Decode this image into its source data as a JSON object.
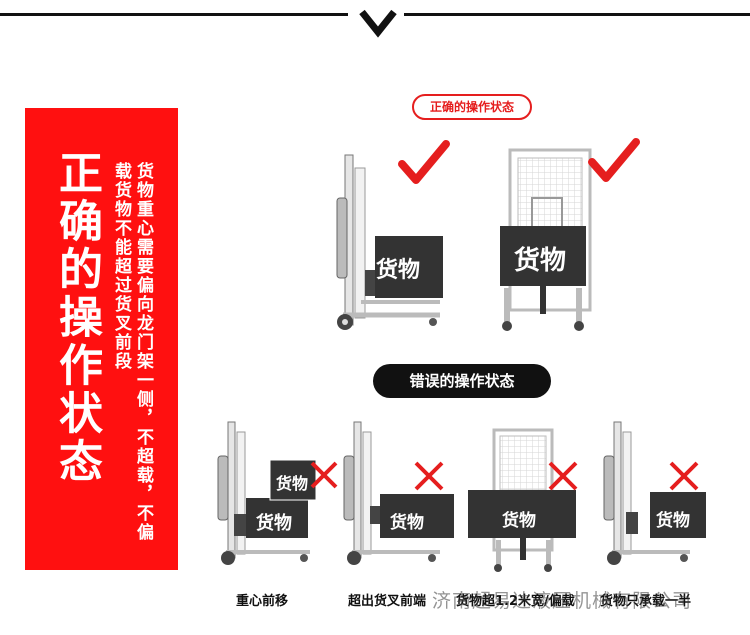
{
  "banner": {
    "title": "正确的操作状态",
    "description": "货物重心需要偏向龙门架一侧，不超载，不偏载货物不能超过货叉前段"
  },
  "correct_section": {
    "label": "正确的操作状态"
  },
  "wrong_section": {
    "label": "错误的操作状态"
  },
  "cargo_label": "货物",
  "captions": {
    "c1": "重心前移",
    "c2": "超出货叉前端",
    "c3": "货物超1.2米宽/偏载",
    "c4": "货物只承载一半"
  },
  "watermark": "济南超易达液压机械有限公司",
  "colors": {
    "banner_red": "#ff1010",
    "mark_red": "#e51e1e",
    "cargo_gray": "#333333"
  }
}
